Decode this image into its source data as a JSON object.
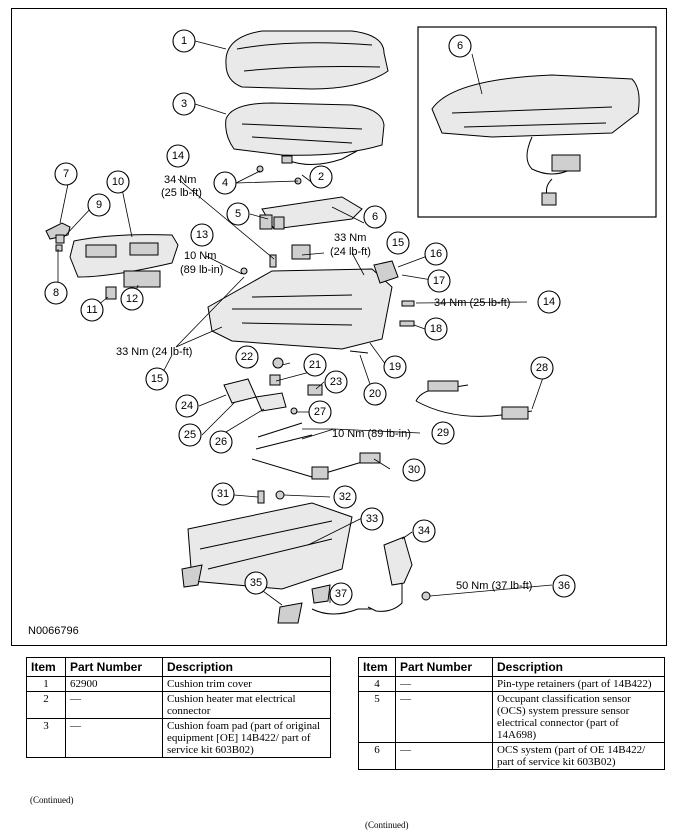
{
  "figure": {
    "id": "N0066796",
    "callouts": [
      {
        "n": "1"
      },
      {
        "n": "2"
      },
      {
        "n": "3"
      },
      {
        "n": "4"
      },
      {
        "n": "5"
      },
      {
        "n": "6"
      },
      {
        "n": "6"
      },
      {
        "n": "7"
      },
      {
        "n": "8"
      },
      {
        "n": "9"
      },
      {
        "n": "10"
      },
      {
        "n": "11"
      },
      {
        "n": "12"
      },
      {
        "n": "13"
      },
      {
        "n": "14"
      },
      {
        "n": "14"
      },
      {
        "n": "15"
      },
      {
        "n": "15"
      },
      {
        "n": "16"
      },
      {
        "n": "17"
      },
      {
        "n": "18"
      },
      {
        "n": "19"
      },
      {
        "n": "20"
      },
      {
        "n": "21"
      },
      {
        "n": "22"
      },
      {
        "n": "23"
      },
      {
        "n": "24"
      },
      {
        "n": "25"
      },
      {
        "n": "26"
      },
      {
        "n": "27"
      },
      {
        "n": "28"
      },
      {
        "n": "29"
      },
      {
        "n": "30"
      },
      {
        "n": "31"
      },
      {
        "n": "32"
      },
      {
        "n": "33"
      },
      {
        "n": "34"
      },
      {
        "n": "35"
      },
      {
        "n": "36"
      },
      {
        "n": "37"
      }
    ],
    "torques": {
      "t14_top_a": "34 Nm",
      "t14_top_b": "(25 lb-ft)",
      "t13_a": "10 Nm",
      "t13_b": "(89 lb-in)",
      "t15_top_a": "33 Nm",
      "t15_top_b": "(24 lb-ft)",
      "t14_right": "34 Nm (25 lb-ft)",
      "t15_left": "33 Nm (24 lb-ft)",
      "t29": "10 Nm (89 lb-in)",
      "t36": "50 Nm (37 lb-ft)"
    }
  },
  "tables": {
    "headers": {
      "item": "Item",
      "part_number": "Part Number",
      "description": "Description"
    },
    "left": [
      {
        "item": "1",
        "part": "62900",
        "desc": "Cushion trim cover"
      },
      {
        "item": "2",
        "part": "—",
        "desc": "Cushion heater mat electrical connector"
      },
      {
        "item": "3",
        "part": "—",
        "desc": "Cushion foam pad (part of original equipment [OE] 14B422/ part of service kit 603B02)"
      }
    ],
    "right": [
      {
        "item": "4",
        "part": "—",
        "desc": "Pin-type retainers (part of 14B422)"
      },
      {
        "item": "5",
        "part": "—",
        "desc": "Occupant classification sensor (OCS) system pressure sensor electrical connector (part of 14A698)"
      },
      {
        "item": "6",
        "part": "—",
        "desc": "OCS system (part of OE 14B422/ part of service kit 603B02)"
      }
    ],
    "continued_left": "(Continued)",
    "continued_right": "(Continued)"
  }
}
